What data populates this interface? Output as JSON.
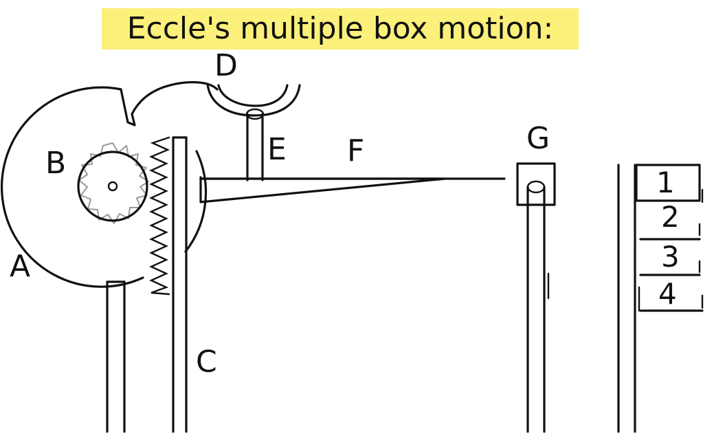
{
  "title": "Eccle's multiple box motion:",
  "colors": {
    "title_highlight": "#fbf07a",
    "line": "#111111",
    "gear_teeth": "#999999"
  },
  "labels": {
    "A": "A",
    "B": "B",
    "C": "C",
    "D": "D",
    "E": "E",
    "F": "F",
    "G": "G"
  },
  "boxes": [
    "1",
    "2",
    "3",
    "4"
  ]
}
